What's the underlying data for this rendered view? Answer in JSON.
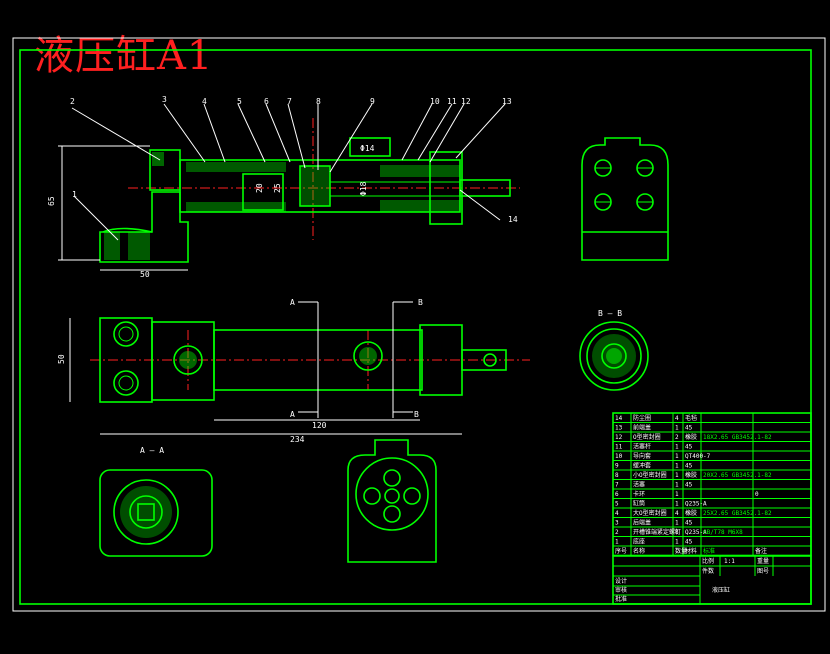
{
  "title": "液压缸A1",
  "part_numbers": [
    "1",
    "2",
    "3",
    "4",
    "5",
    "6",
    "7",
    "8",
    "9",
    "10",
    "11",
    "12",
    "13",
    "14"
  ],
  "dimensions": {
    "height_top": "65",
    "base_width": "50",
    "inner_20": "20",
    "inner_25": "25",
    "rod_dia": "Φ18",
    "port_dia": "Φ14",
    "height_plan": "50",
    "length_120": "120",
    "length_234": "234"
  },
  "section_labels": {
    "a_top": "A",
    "a_bottom": "A",
    "b_top": "B",
    "b_bottom": "B",
    "aa": "A — A",
    "bb": "B — B"
  },
  "bom": {
    "rows": [
      {
        "no": "14",
        "name": "防尘圈",
        "qty": "4",
        "mat": "毛毡",
        "std": "",
        "note": ""
      },
      {
        "no": "13",
        "name": "前端盖",
        "qty": "1",
        "mat": "45",
        "std": "",
        "note": ""
      },
      {
        "no": "12",
        "name": "O型密封圈",
        "qty": "2",
        "mat": "橡胶",
        "std": "18X2.65 GB3452.1-82",
        "note": ""
      },
      {
        "no": "11",
        "name": "活塞杆",
        "qty": "1",
        "mat": "45",
        "std": "",
        "note": ""
      },
      {
        "no": "10",
        "name": "导向套",
        "qty": "1",
        "mat": "QT400-7",
        "std": "",
        "note": ""
      },
      {
        "no": "9",
        "name": "缓冲套",
        "qty": "1",
        "mat": "45",
        "std": "",
        "note": ""
      },
      {
        "no": "8",
        "name": "小O型密封圈",
        "qty": "1",
        "mat": "橡胶",
        "std": "20X2.65 GB3452.1-82",
        "note": ""
      },
      {
        "no": "7",
        "name": "活塞",
        "qty": "1",
        "mat": "45",
        "std": "",
        "note": ""
      },
      {
        "no": "6",
        "name": "卡环",
        "qty": "1",
        "mat": "",
        "std": "",
        "note": "0"
      },
      {
        "no": "5",
        "name": "缸筒",
        "qty": "1",
        "mat": "Q235-A",
        "std": "",
        "note": ""
      },
      {
        "no": "4",
        "name": "大O型密封圈",
        "qty": "4",
        "mat": "橡胶",
        "std": "25X2.65 GB3452.1-82",
        "note": ""
      },
      {
        "no": "3",
        "name": "后端盖",
        "qty": "1",
        "mat": "45",
        "std": "",
        "note": ""
      },
      {
        "no": "2",
        "name": "开槽锥端紧定螺钉",
        "qty": "8",
        "mat": "Q235-A",
        "std": "GB/T78 M6X8",
        "note": ""
      },
      {
        "no": "1",
        "name": "底座",
        "qty": "1",
        "mat": "45",
        "std": "",
        "note": ""
      }
    ],
    "header": {
      "no": "序号",
      "name": "名称",
      "qty": "数量",
      "mat": "材料",
      "std": "标准",
      "note": "备注"
    }
  },
  "title_block": {
    "ratio_label": "比例",
    "ratio": "1:1",
    "weight_label": "重量",
    "count_label": "件数",
    "sheet_label": "图号",
    "design_label": "设计",
    "check_label": "审核",
    "approve_label": "批准",
    "drawing_name": "液压缸"
  },
  "colors": {
    "line": "#00ff00",
    "title": "#ff2020",
    "center": "#ff2020",
    "text": "#ffffff",
    "background": "#000000"
  }
}
